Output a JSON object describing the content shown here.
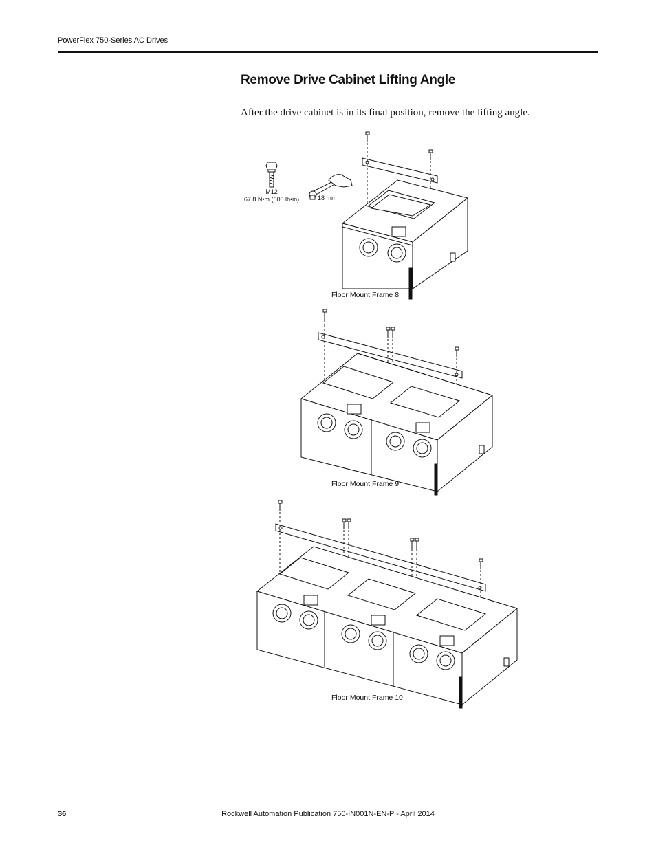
{
  "header": {
    "title": "PowerFlex 750-Series AC Drives"
  },
  "section": {
    "title": "Remove Drive Cabinet Lifting Angle",
    "intro": "After the drive cabinet is in its final position, remove the lifting angle."
  },
  "figures": {
    "bolt_size": "M12",
    "torque": "67.8 N•m (600 lb•in)",
    "wrench_size": "18 mm",
    "frame8_caption": "Floor Mount Frame 8",
    "frame9_caption": "Floor Mount Frame 9",
    "frame10_caption": "Floor Mount Frame 10"
  },
  "footer": {
    "page_number": "36",
    "publication": "Rockwell Automation Publication 750-IN001N-EN-P - April 2014"
  }
}
